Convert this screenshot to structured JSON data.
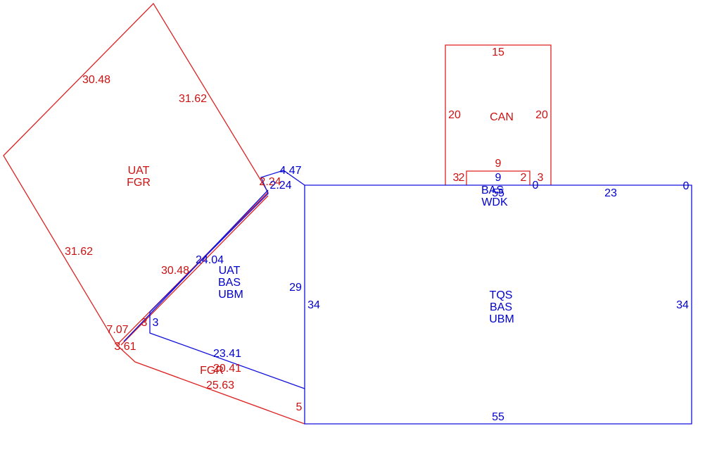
{
  "colors": {
    "red": "#cc1111",
    "blue": "#0000cc",
    "background": "#ffffff"
  },
  "areas": {
    "can": "CAN",
    "uat_fgr": [
      "UAT",
      "FGR"
    ],
    "bas_wdk": [
      "BAS",
      "WDK"
    ],
    "uat_bas_ubm": [
      "UAT",
      "BAS",
      "UBM"
    ],
    "tqs_bas_ubm": [
      "TQS",
      "BAS",
      "UBM"
    ],
    "fgr_lower": "FGR"
  },
  "red_dimensions": {
    "can_top": "15",
    "can_left": "20",
    "can_right": "20",
    "can_inner_top": "9",
    "can_bottom_left": "3",
    "can_bottom_right": "3",
    "can_step_left": "2",
    "can_step_right": "2",
    "fgr_upper_left": "30.48",
    "fgr_upper_right": "31.62",
    "fgr_lower_left": "31.62",
    "fgr_lower_right": "30.48",
    "fgr_corner": "7.07",
    "fgr_corner_short": "3.61",
    "fgr_wall": "3",
    "lower_inner": "20.41",
    "lower_outer": "25.63",
    "lower_end": "5",
    "notch_upper": "2.24"
  },
  "blue_dimensions": {
    "notch_top": "4.47",
    "notch_side": "2.24",
    "wdk_inner": "9",
    "wdk_bottom": "55",
    "wdk_zero": "0",
    "top_run": "23",
    "top_right_zero": "0",
    "left_wall_outer": "29",
    "left_wall": "34",
    "right_wall": "34",
    "bottom": "55",
    "ubm_diagonal": "24.04",
    "ubm_short": "3",
    "ubm_bottom": "23.41"
  }
}
